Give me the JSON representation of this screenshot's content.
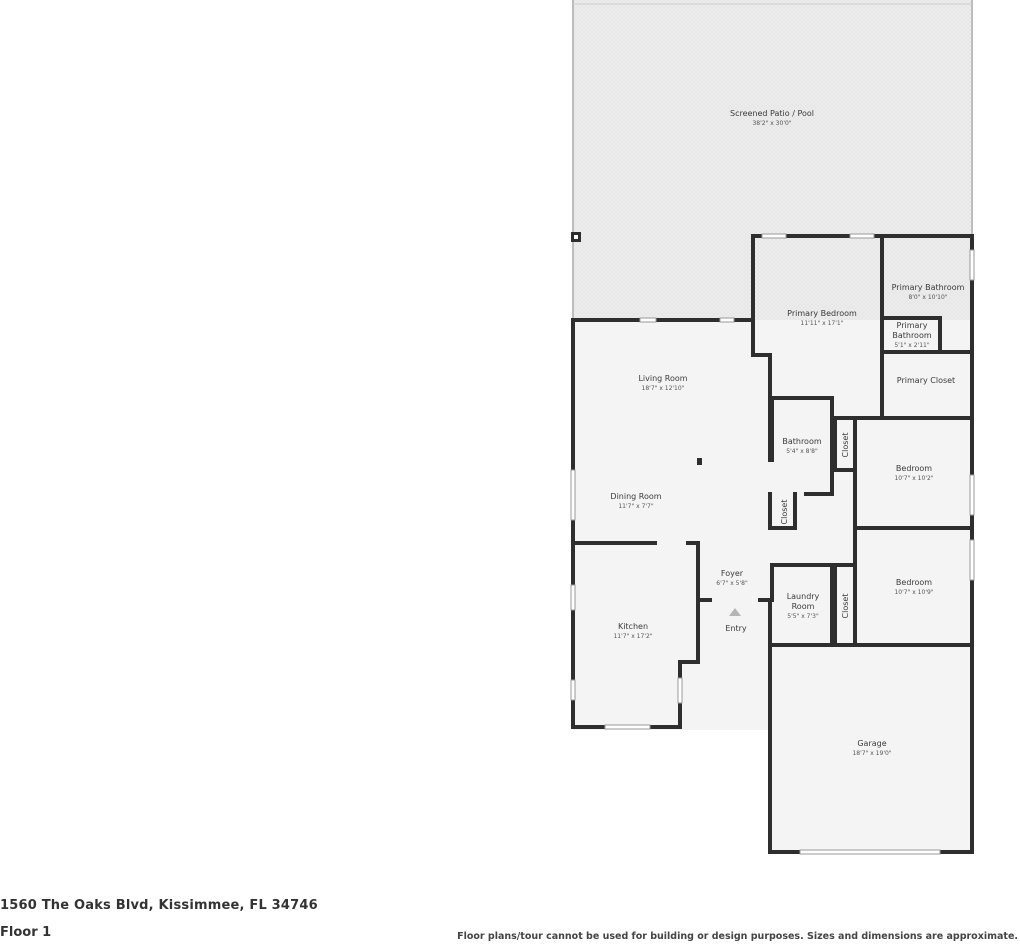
{
  "rooms": {
    "patio": {
      "name": "Screened Patio / Pool",
      "dims": "38'2\" x 30'0\""
    },
    "primary_bedroom": {
      "name": "Primary Bedroom",
      "dims": "11'11\" x 17'1\""
    },
    "primary_bathroom": {
      "name": "Primary Bathroom",
      "dims": "8'0\" x 10'10\""
    },
    "primary_bath_small": {
      "name_line1": "Primary",
      "name_line2": "Bathroom",
      "dims": "5'1\" x 2'11\""
    },
    "primary_closet": {
      "name": "Primary Closet"
    },
    "living_room": {
      "name": "Living Room",
      "dims": "18'7\" x 12'10\""
    },
    "bathroom": {
      "name": "Bathroom",
      "dims": "5'4\" x 8'8\""
    },
    "closet_hall": {
      "name": "Closet"
    },
    "bedroom1": {
      "name": "Bedroom",
      "dims": "10'7\" x 10'2\""
    },
    "dining_room": {
      "name": "Dining Room",
      "dims": "11'7\" x 7'7\""
    },
    "closet_small": {
      "name": "Closet"
    },
    "foyer": {
      "name": "Foyer",
      "dims": "6'7\" x 5'8\""
    },
    "entry": {
      "name": "Entry"
    },
    "laundry": {
      "name_line1": "Laundry",
      "name_line2": "Room",
      "dims": "5'5\" x 7'3\""
    },
    "closet_laundry": {
      "name": "Closet"
    },
    "bedroom2": {
      "name": "Bedroom",
      "dims": "10'7\" x 10'9\""
    },
    "kitchen": {
      "name": "Kitchen",
      "dims": "11'7\" x 17'2\""
    },
    "garage": {
      "name": "Garage",
      "dims": "18'7\" x 19'0\""
    }
  },
  "footer": {
    "address": "1560 The Oaks Blvd, Kissimmee, FL 34746",
    "floor": "Floor 1",
    "disclaimer": "Floor plans/tour cannot be used for building or design purposes. Sizes and dimensions are approximate."
  },
  "colors": {
    "wall": "#2e2e2e",
    "floor": "#f4f4f4",
    "patio": "#ececec",
    "window": "#ffffff"
  }
}
